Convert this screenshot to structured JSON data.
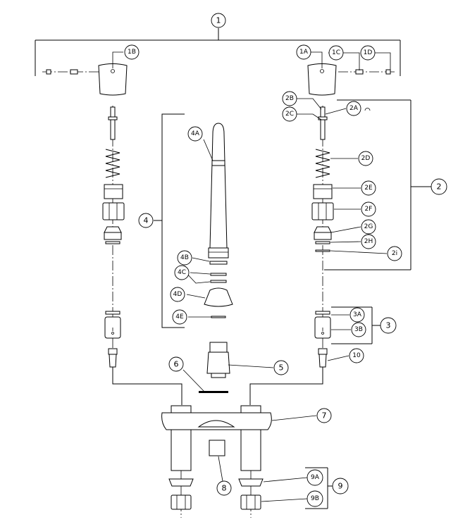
{
  "callouts": {
    "c1": "1",
    "c1A": "1A",
    "c1B": "1B",
    "c1C": "1C",
    "c1D": "1D",
    "c2": "2",
    "c2A": "2A",
    "c2B": "2B",
    "c2C": "2C",
    "c2D": "2D",
    "c2E": "2E",
    "c2F": "2F",
    "c2G": "2G",
    "c2H": "2H",
    "c2i": "2i",
    "c3": "3",
    "c3A": "3A",
    "c3B": "3B",
    "c4": "4",
    "c4A": "4A",
    "c4B": "4B",
    "c4C": "4C",
    "c4D": "4D",
    "c4E": "4E",
    "c5": "5",
    "c6": "6",
    "c7": "7",
    "c8": "8",
    "c9": "9",
    "c9A": "9A",
    "c9B": "9B",
    "c10": "10"
  }
}
